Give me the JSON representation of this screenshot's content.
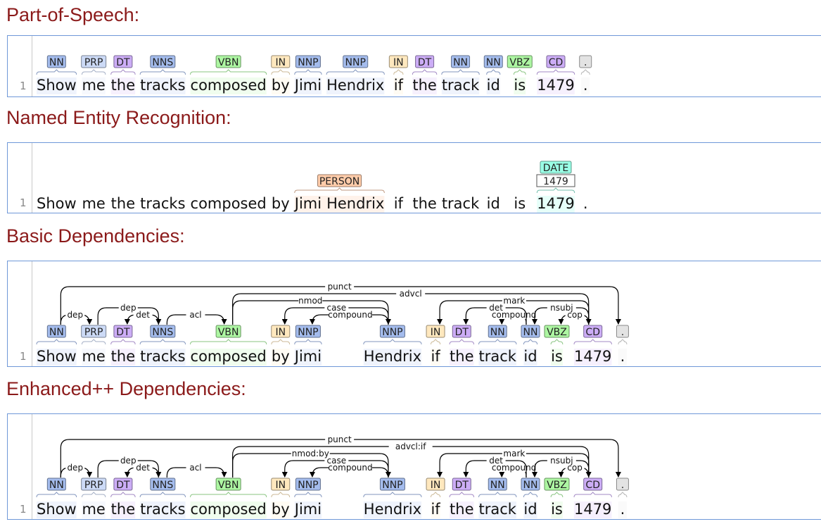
{
  "sections": {
    "pos": {
      "title": "Part-of-Speech:"
    },
    "ner": {
      "title": "Named Entity Recognition:"
    },
    "basic": {
      "title": "Basic Dependencies:"
    },
    "enhanced": {
      "title": "Enhanced++ Dependencies:"
    }
  },
  "line_number": "1",
  "tokens": [
    "Show",
    "me",
    "the",
    "tracks",
    "composed",
    "by",
    "Jimi",
    "Hendrix",
    "if",
    "the",
    "track",
    "id",
    "is",
    "1479",
    "."
  ],
  "pos_tags": [
    "NN",
    "PRP",
    "DT",
    "NNS",
    "VBN",
    "IN",
    "NNP",
    "NNP",
    "IN",
    "DT",
    "NN",
    "NN",
    "VBZ",
    "CD",
    "."
  ],
  "ner_sentence": "Show me the tracks composed by Jimi Hendrix if the track id is 1479 .",
  "ner_entities": [
    {
      "label": "PERSON",
      "tokens": [
        6,
        7
      ]
    },
    {
      "label": "DATE",
      "tokens": [
        13
      ],
      "normalized": "1479"
    }
  ],
  "tag_colors": {
    "NN": "#a4bced",
    "NNS": "#a4bced",
    "NNP": "#a4bced",
    "PRP": "#ccdaf6",
    "DT": "#ccadf6",
    "VBN": "#adf6a2",
    "VBZ": "#adf6a2",
    "IN": "#ffe8be",
    "CD": "#ccadf6",
    ".": "#e3e3e3",
    "PERSON": "#ffccaa",
    "DATE": "#9affe6"
  },
  "basic_deps": [
    {
      "head": 0,
      "dep": 1,
      "label": "dep"
    },
    {
      "head": 3,
      "dep": 2,
      "label": "det"
    },
    {
      "head": 1,
      "dep": 3,
      "label": "dep"
    },
    {
      "head": 3,
      "dep": 4,
      "label": "acl"
    },
    {
      "head": 7,
      "dep": 5,
      "label": "case"
    },
    {
      "head": 7,
      "dep": 6,
      "label": "compound"
    },
    {
      "head": 4,
      "dep": 7,
      "label": "nmod"
    },
    {
      "head": 13,
      "dep": 8,
      "label": "mark"
    },
    {
      "head": 11,
      "dep": 9,
      "label": "det"
    },
    {
      "head": 11,
      "dep": 10,
      "label": "compound"
    },
    {
      "head": 13,
      "dep": 11,
      "label": "nsubj"
    },
    {
      "head": 13,
      "dep": 12,
      "label": "cop"
    },
    {
      "head": 4,
      "dep": 13,
      "label": "advcl"
    },
    {
      "head": 0,
      "dep": 14,
      "label": "punct"
    }
  ],
  "enhanced_deps": [
    {
      "head": 0,
      "dep": 1,
      "label": "dep"
    },
    {
      "head": 3,
      "dep": 2,
      "label": "det"
    },
    {
      "head": 1,
      "dep": 3,
      "label": "dep"
    },
    {
      "head": 3,
      "dep": 4,
      "label": "acl"
    },
    {
      "head": 7,
      "dep": 5,
      "label": "case"
    },
    {
      "head": 7,
      "dep": 6,
      "label": "compound"
    },
    {
      "head": 4,
      "dep": 7,
      "label": "nmod:by"
    },
    {
      "head": 13,
      "dep": 8,
      "label": "mark"
    },
    {
      "head": 11,
      "dep": 9,
      "label": "det"
    },
    {
      "head": 11,
      "dep": 10,
      "label": "compound"
    },
    {
      "head": 13,
      "dep": 11,
      "label": "nsubj"
    },
    {
      "head": 13,
      "dep": 12,
      "label": "cop"
    },
    {
      "head": 4,
      "dep": 13,
      "label": "advcl:if"
    },
    {
      "head": 0,
      "dep": 14,
      "label": "punct"
    }
  ]
}
